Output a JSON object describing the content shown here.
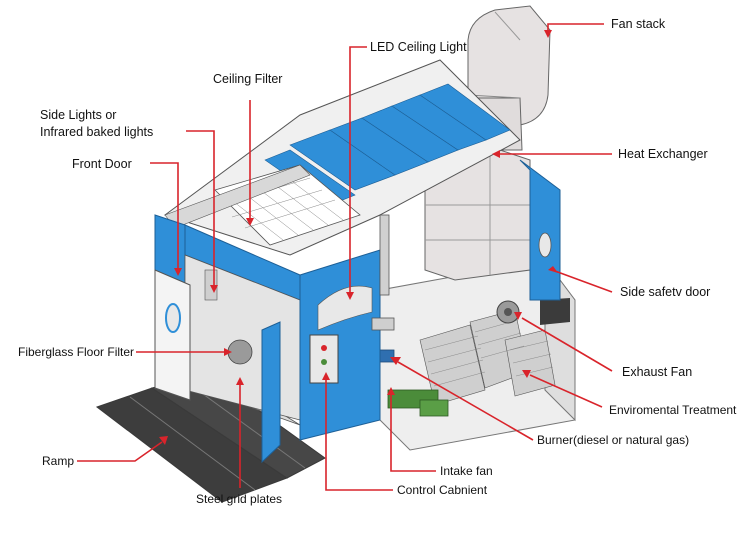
{
  "labels": {
    "fan_stack": "Fan stack",
    "led_ceiling_light": "LED Ceiling Light",
    "ceiling_filter": "Ceiling Filter",
    "side_lights_line1": "Side Lights or",
    "side_lights_line2": "Infrared baked lights",
    "front_door": "Front Door",
    "heat_exchanger": "Heat Exchanger",
    "side_safety_door": "Side safetv door",
    "fiberglass_floor_filter": "Fiberglass Floor Filter",
    "exhaust_fan": "Exhaust Fan",
    "environmental_treatment": "Enviromental Treatment",
    "burner": "Burner(diesel or natural gas)",
    "ramp": "Ramp",
    "intake_fan": "Intake fan",
    "control_cabinet": "Control Cabnient",
    "steel_grid_plates": "Steel grid plates"
  },
  "colors": {
    "leader_line": "#d9242b",
    "booth_blue": "#2f8fd8",
    "roof_white": "#f2f2f2",
    "duct": "#e6e2e2",
    "ramp": "#3d3d3d",
    "machinery_green": "#4b8c3a"
  }
}
